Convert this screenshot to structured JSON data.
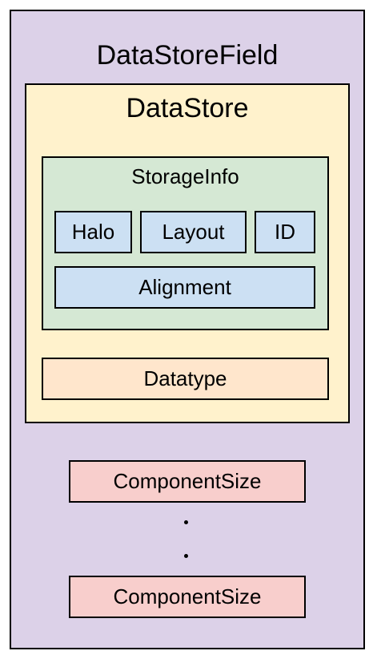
{
  "colors": {
    "outer_fill": "#DCD1E8",
    "datastore_fill": "#FFF2CC",
    "storageinfo_fill": "#D5E8D4",
    "blue_fill": "#CCE0F3",
    "datatype_fill": "#FFE6CC",
    "componentsize_fill": "#F8CECC",
    "border": "#000000"
  },
  "outer": {
    "title": "DataStoreField"
  },
  "datastore": {
    "title": "DataStore"
  },
  "storage_info": {
    "title": "StorageInfo",
    "halo": "Halo",
    "layout": "Layout",
    "id": "ID",
    "alignment": "Alignment"
  },
  "datatype": "Datatype",
  "component_sizes": [
    "ComponentSize",
    "ComponentSize"
  ],
  "ellipsis": [
    "·",
    "·"
  ]
}
